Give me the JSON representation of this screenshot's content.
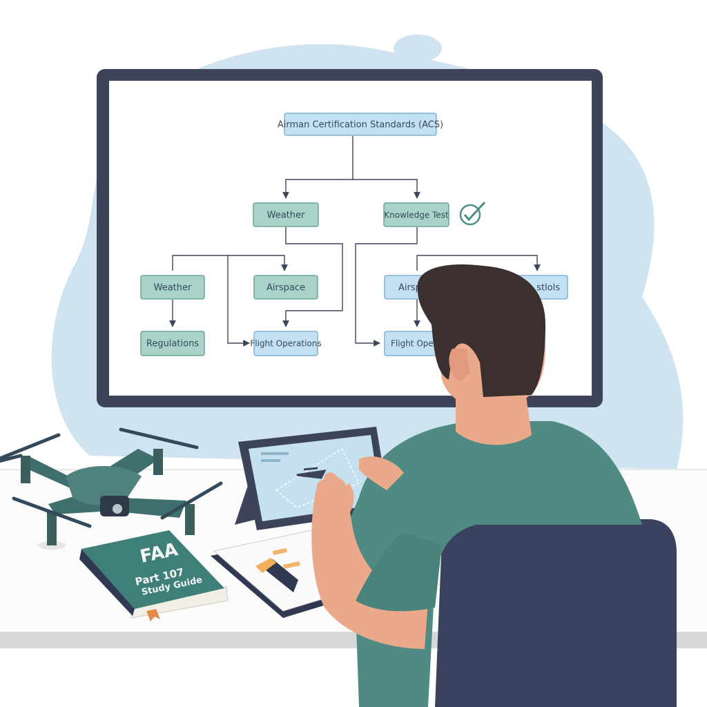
{
  "screen": {
    "root": "Airman Certification Standards (ACS)",
    "level1": [
      "Weather",
      "Knowledge Test"
    ],
    "level2_left": [
      "Weather",
      "Airspace",
      "Regulations",
      "Flight Operations"
    ],
    "level2_right": [
      "Airsp",
      "stlols",
      "Flight Oper"
    ]
  },
  "book": {
    "title": "FAA",
    "line1": "Part 107",
    "line2": "Study Guide"
  },
  "icons": [
    "checkmark-circle-icon",
    "drone-icon",
    "tablet-icon",
    "highlighter-icon",
    "bookmark-icon"
  ],
  "colors": {
    "background_blob": "#cfe3f0",
    "monitor_frame": "#3d4459",
    "node_green": "#a9d3c9",
    "node_blue": "#c4e0f3",
    "shirt": "#4f8a83",
    "chair": "#3a4260",
    "hair": "#3b2f2f",
    "skin": "#eaa98b"
  }
}
